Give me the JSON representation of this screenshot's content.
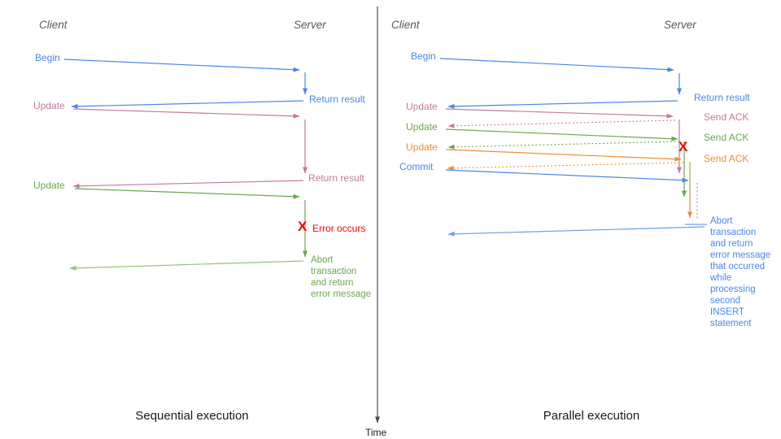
{
  "diagram": {
    "left": {
      "client_header": "Client",
      "server_header": "Server",
      "messages": {
        "begin": "Begin",
        "return1": "Return result",
        "update1": "Update",
        "return2": "Return result",
        "update2": "Update",
        "error_x": "X",
        "error": "Error occurs",
        "abort": "Abort\ntransaction\nand return\nerror message"
      },
      "title": "Sequential execution"
    },
    "right": {
      "client_header": "Client",
      "server_header": "Server",
      "messages": {
        "begin": "Begin",
        "return1": "Return result",
        "update1": "Update",
        "ack1": "Send ACK",
        "update2": "Update",
        "ack2": "Send ACK",
        "update3": "Update",
        "ack3": "Send ACK",
        "commit": "Commit",
        "error_x": "X",
        "abort": "Abort\ntransaction\nand return\nerror message\nthat occurred\nwhile\nprocessing\nsecond\nINSERT\nstatement"
      },
      "title": "Parallel execution"
    },
    "time_axis": {
      "label": "Time"
    },
    "colors": {
      "blue": "#4a86e8",
      "light_blue": "#6d9eeb",
      "pink": "#c27ba0",
      "green": "#6aa84f",
      "light_green": "#93c47d",
      "orange": "#e69138",
      "red": "#ff0000",
      "header_gray": "#595959",
      "axis": "#4d4d4d",
      "text_black": "#1a1a1a"
    }
  }
}
